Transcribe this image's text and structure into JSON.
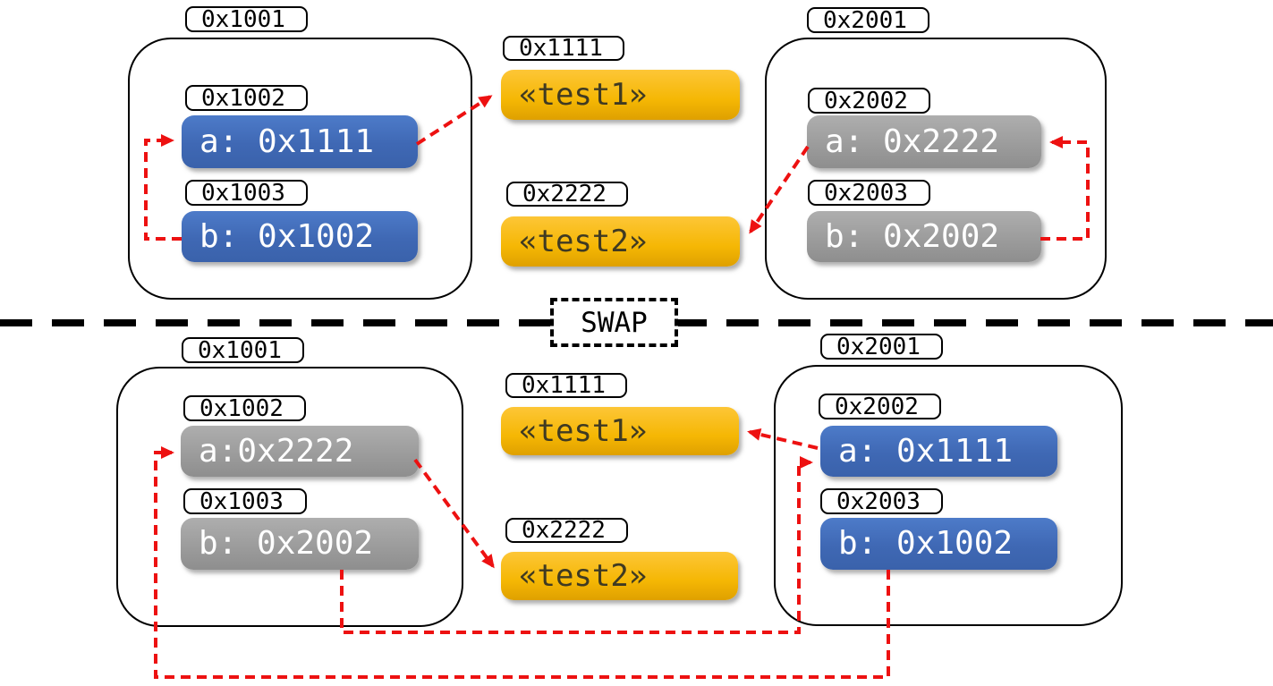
{
  "diagram": {
    "divider": {
      "label": "SWAP"
    },
    "colors": {
      "pointer_blue": "#3f68b4",
      "stale_gray": "#9c9c9c",
      "string_yellow": "#f5b704",
      "arrow_red": "#ed1111",
      "frame_border": "#000000"
    },
    "before": {
      "left_frame": {
        "address": "0x1001",
        "slots": [
          {
            "address": "0x1002",
            "value": "a: 0x1111",
            "color": "blue"
          },
          {
            "address": "0x1003",
            "value": "b: 0x1002",
            "color": "blue"
          }
        ]
      },
      "strings": [
        {
          "address": "0x1111",
          "value": "«test1»"
        },
        {
          "address": "0x2222",
          "value": "«test2»"
        }
      ],
      "right_frame": {
        "address": "0x2001",
        "slots": [
          {
            "address": "0x2002",
            "value": "a: 0x2222",
            "color": "gray"
          },
          {
            "address": "0x2003",
            "value": "b: 0x2002",
            "color": "gray"
          }
        ]
      },
      "arrows": [
        {
          "from": "b (0x1003)",
          "to": "a (0x1002)"
        },
        {
          "from": "a (0x1002)",
          "to": "string 0x1111"
        },
        {
          "from": "b (0x2003)",
          "to": "a (0x2002)"
        },
        {
          "from": "a (0x2002)",
          "to": "string 0x2222"
        }
      ]
    },
    "after": {
      "left_frame": {
        "address": "0x1001",
        "slots": [
          {
            "address": "0x1002",
            "value": "a:0x2222",
            "color": "gray"
          },
          {
            "address": "0x1003",
            "value": "b: 0x2002",
            "color": "gray"
          }
        ]
      },
      "strings": [
        {
          "address": "0x1111",
          "value": "«test1»"
        },
        {
          "address": "0x2222",
          "value": "«test2»"
        }
      ],
      "right_frame": {
        "address": "0x2001",
        "slots": [
          {
            "address": "0x2002",
            "value": "a: 0x1111",
            "color": "blue"
          },
          {
            "address": "0x2003",
            "value": "b: 0x1002",
            "color": "blue"
          }
        ]
      },
      "arrows": [
        {
          "from": "b (0x1003)",
          "to": "a (0x2002)"
        },
        {
          "from": "b (0x2003)",
          "to": "a (0x1002)"
        },
        {
          "from": "a (0x1002)",
          "to": "string 0x2222"
        },
        {
          "from": "a (0x2002)",
          "to": "string 0x1111"
        }
      ]
    }
  }
}
